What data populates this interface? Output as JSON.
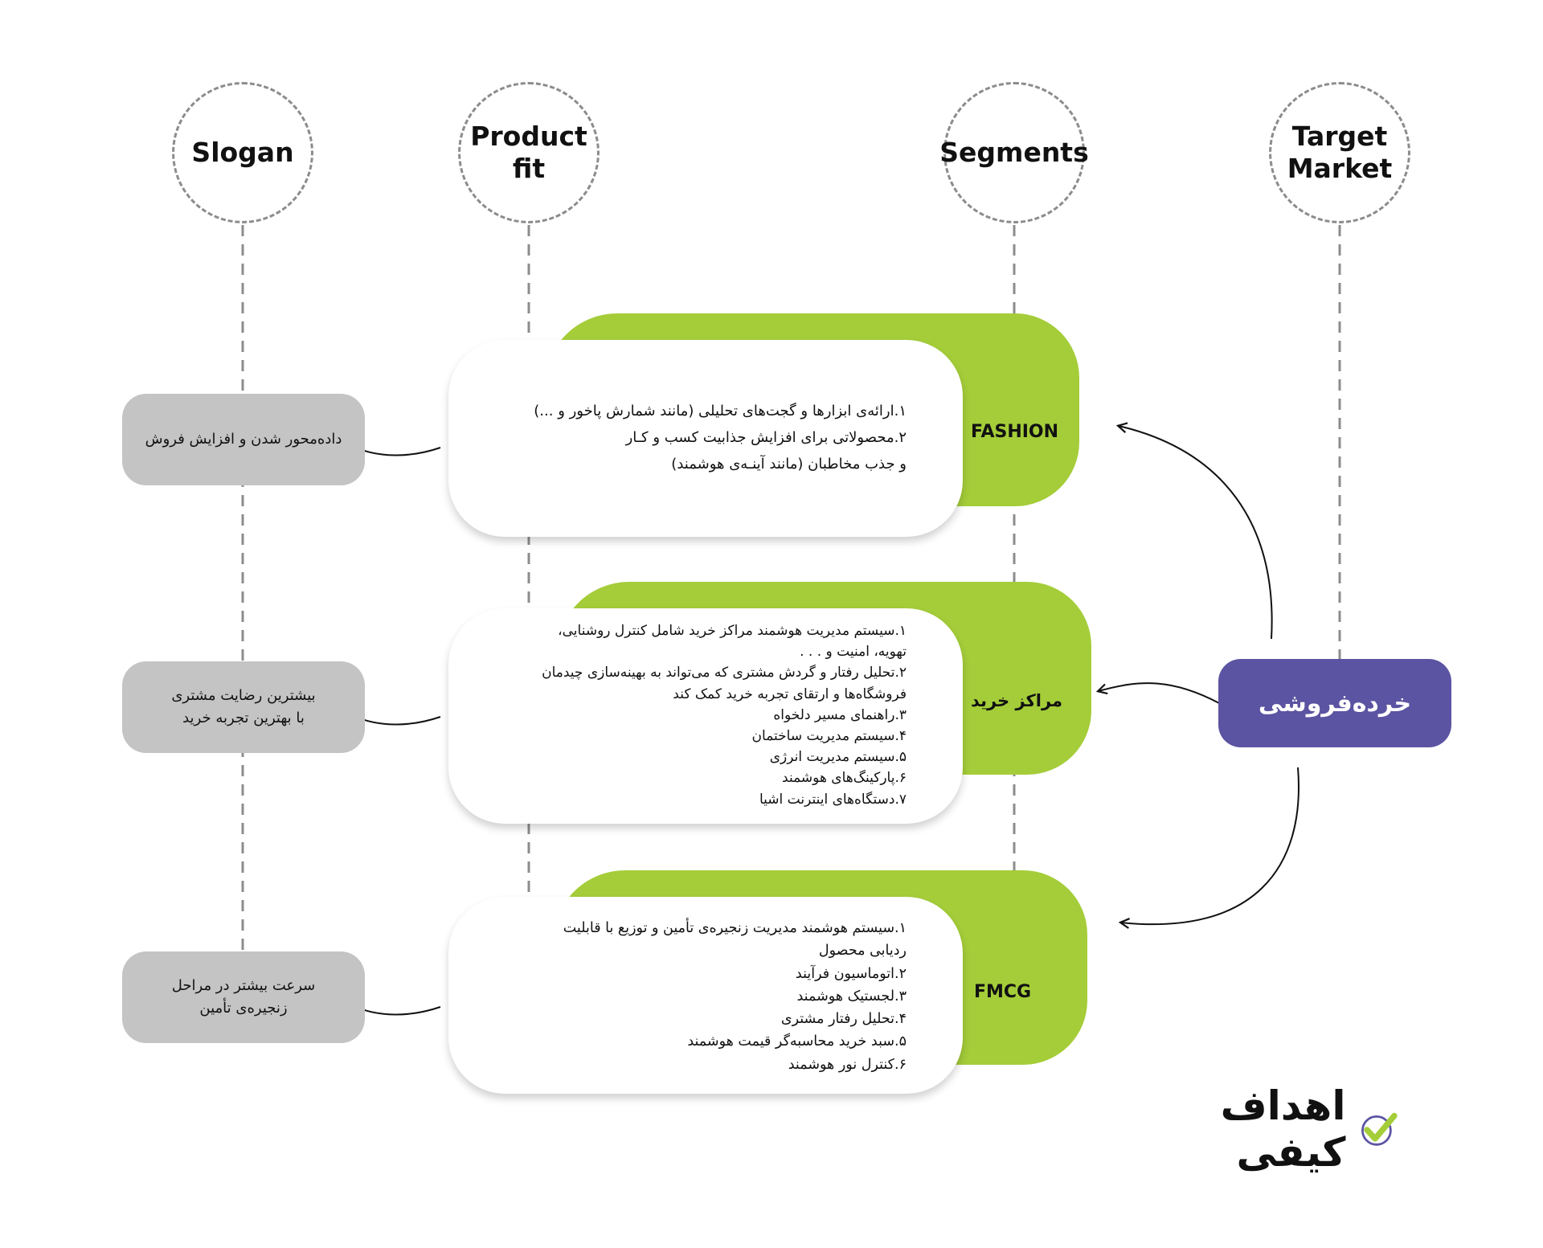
{
  "columns": {
    "slogan": "Slogan",
    "product_fit": "Product\nfit",
    "segments": "Segments",
    "target_market": "Target\nMarket"
  },
  "target_market_value": "خرده‌فروشی",
  "segments": [
    {
      "name": "FASHION",
      "items": [
        "۱.ارائه‌ی ابزارها و گجت‌های تحلیلی (مانند شمارش پاخور و ...)",
        "۲.محصولاتی برای افزایش جذابیت کسب و کـار",
        "و جذب مخاطبان (مانند آینـه‌ی هوشمند)"
      ],
      "slogan": "داده‌محور شدن و افزایش فروش"
    },
    {
      "name": "مراکز خرید",
      "items": [
        "۱.سیستم مدیریت هوشمند مراکز خرید شامل کنترل روشنایی،",
        "تهویه، امنیت و . . .",
        "۲.تحلیل رفتار و گردش مشتری که می‌تواند به بهینه‌سازی چیدمان",
        "فروشگاه‌ها و ارتقای تجربه خرید کمک کند",
        "۳.راهنمای مسیر دلخواه",
        "۴.سیستم مدیریت ساختمان",
        "۵.سیستم مدیریت انرژی",
        "۶.پارکینگ‌های هوشمند",
        "۷.دستگاه‌های اینترنت اشیا"
      ],
      "slogan": "بیشترین رضایت مشتری\nبا بهترین تجربه خرید"
    },
    {
      "name": "FMCG",
      "items": [
        "۱.سیستم هوشمند مدیریت زنجیره‌ی تأمین و توزیع با قابلیت",
        "ردیابی محصول",
        "۲.اتوماسیون فرآیند",
        "۳.لجستیک هوشمند",
        "۴.تحلیل رفتار مشتری",
        "۵.سبد خرید محاسبه‌گر قیمت هوشمند",
        "۶.کنترل نور هوشمند"
      ],
      "slogan": "سرعت بیشتر در مراحل\nزنجیره‌ی تأمین"
    }
  ],
  "title": "اهداف کیفی",
  "icons": [
    "check-icon"
  ],
  "colors": {
    "green": "#a4cd39",
    "purple": "#5b54a2",
    "gray": "#c4c4c4",
    "dashed": "#8c8c8c"
  }
}
